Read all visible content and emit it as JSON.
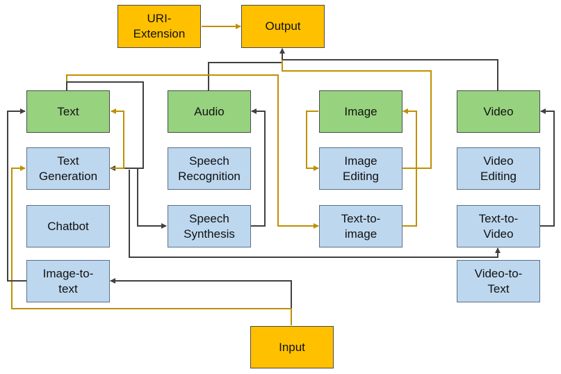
{
  "colors": {
    "io": "#ffc000",
    "modality": "#97d27f",
    "task": "#bdd7ee",
    "arrow_dark": "#404040",
    "arrow_gold": "#bf9000"
  },
  "nodes": {
    "uri_extension": "URI-\nExtension",
    "output": "Output",
    "input": "Input",
    "text": "Text",
    "audio": "Audio",
    "image": "Image",
    "video": "Video",
    "text_generation": "Text\nGeneration",
    "speech_recognition": "Speech\nRecognition",
    "image_editing": "Image\nEditing",
    "video_editing": "Video\nEditing",
    "chatbot": "Chatbot",
    "speech_synthesis": "Speech\nSynthesis",
    "text_to_image": "Text-to-\nimage",
    "text_to_video": "Text-to-\nVideo",
    "image_to_text": "Image-to-\ntext",
    "video_to_text": "Video-to-\nText"
  }
}
